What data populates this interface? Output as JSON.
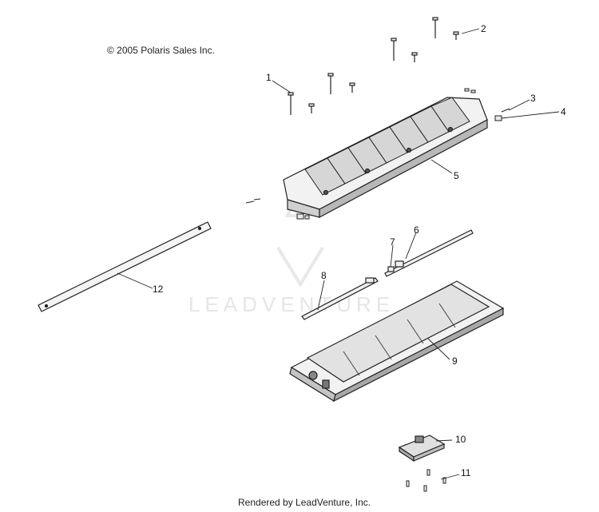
{
  "copyright": "© 2005 Polaris Sales Inc.",
  "footer": "Rendered by LeadVenture, Inc.",
  "watermark": "LEADVENTURE",
  "callouts": [
    "1",
    "2",
    "3",
    "4",
    "5",
    "6",
    "7",
    "8",
    "9",
    "10",
    "11",
    "12"
  ],
  "colors": {
    "line": "#222222",
    "fill_light": "#f4f4f4",
    "fill_mid": "#d8d8d8",
    "fill_dark": "#9a9a9a",
    "watermark": "#e6e6e6"
  }
}
